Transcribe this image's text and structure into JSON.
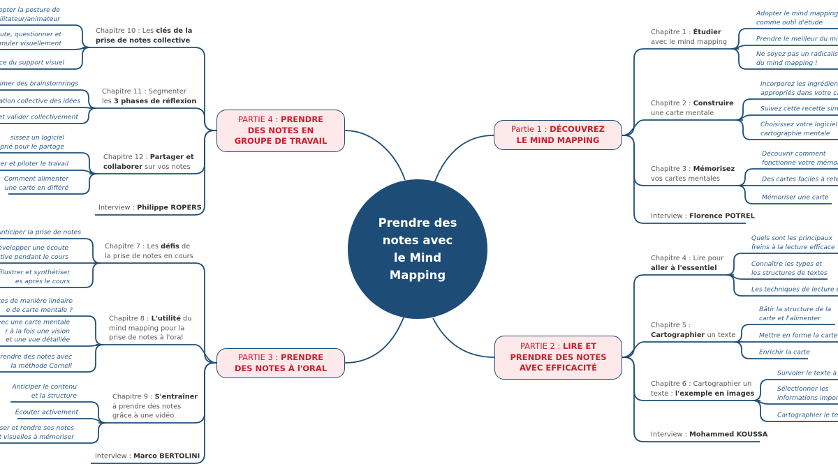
{
  "center": {
    "title_lines": [
      "Prendre des",
      "notes avec",
      "le Mind",
      "Mapping"
    ]
  },
  "colors": {
    "line": "#1f4e79",
    "part_text": "#c8202f",
    "part_bg": "#fde9ea",
    "center_bg": "#1d4c77",
    "sub_text": "#2b5b8c"
  },
  "parts": [
    {
      "label": [
        [
          {
            "t": "Partie 1 : ",
            "b": false
          },
          {
            "t": "DÉCOUVREZ",
            "b": true
          }
        ],
        [
          {
            "t": "LE MIND MAPPING",
            "b": true
          }
        ]
      ],
      "chapters": [
        {
          "lines": [
            [
              {
                "t": "Chapitre 1 : ",
                "b": false
              },
              {
                "t": "Étudier",
                "b": true
              }
            ],
            [
              {
                "t": "avec le mind mapping",
                "b": false
              }
            ]
          ],
          "subs": [
            [
              "Adopter le mind mapping",
              "comme outil d'étude"
            ],
            [
              "Prendre le meilleur du min"
            ],
            [
              "Ne soyez pas un radicaliste",
              "du mind mapping !"
            ]
          ]
        },
        {
          "lines": [
            [
              {
                "t": "Chapitre 2 : ",
                "b": false
              },
              {
                "t": "Construire",
                "b": true
              }
            ],
            [
              {
                "t": "une carte mentale",
                "b": false
              }
            ]
          ],
          "subs": [
            [
              "Incorporez les ingrédients",
              "appropriés dans votre car"
            ],
            [
              "Suivez cette recette simple"
            ],
            [
              "Choisissez votre logiciel de",
              "cartographie mentale"
            ]
          ]
        },
        {
          "lines": [
            [
              {
                "t": "Chapitre 3 : ",
                "b": false
              },
              {
                "t": "Mémorisez",
                "b": true
              }
            ],
            [
              {
                "t": "vos cartes mentales",
                "b": false
              }
            ]
          ],
          "subs": [
            [
              "Découvrir comment",
              "fonctionne votre mémoire"
            ],
            [
              "Des cartes faciles à reteni"
            ],
            [
              "Mémoriser une carte"
            ]
          ]
        },
        {
          "lines": [
            [
              {
                "t": "Interview : ",
                "b": false
              },
              {
                "t": "Florence POTREL",
                "b": true
              }
            ]
          ],
          "subs": []
        }
      ]
    },
    {
      "label": [
        [
          {
            "t": "PARTIE 2 : ",
            "b": false
          },
          {
            "t": "LIRE ET",
            "b": true
          }
        ],
        [
          {
            "t": "PRENDRE DES NOTES",
            "b": true
          }
        ],
        [
          {
            "t": "AVEC EFFICACITÉ",
            "b": true
          }
        ]
      ],
      "chapters": [
        {
          "lines": [
            [
              {
                "t": "Chapitre 4 : Lire pour",
                "b": false
              }
            ],
            [
              {
                "t": "aller à l'essentiel",
                "b": true
              }
            ]
          ],
          "subs": [
            [
              "Quels sont les principaux",
              "freins à la lecture efficace ?"
            ],
            [
              "Connaître les types et",
              "les structures de textes"
            ],
            [
              "Les techniques de lecture effi"
            ]
          ]
        },
        {
          "lines": [
            [
              {
                "t": "Chapitre 5 :",
                "b": false
              }
            ],
            [
              {
                "t": "Cartographier",
                "b": true
              },
              {
                "t": " un texte",
                "b": false
              }
            ]
          ],
          "subs": [
            [
              "Bâtir la structure de la",
              "carte et l'alimenter"
            ],
            [
              "Mettre en forme la carte"
            ],
            [
              "Enrichir la carte"
            ]
          ]
        },
        {
          "lines": [
            [
              {
                "t": "Chapitre 6 : Cartographier un",
                "b": false
              }
            ],
            [
              {
                "t": "texte : ",
                "b": false
              },
              {
                "t": "l'exemple en images",
                "b": true
              }
            ]
          ],
          "subs": [
            [
              "Survoler le texte à c"
            ],
            [
              "Sélectionner les",
              "informations import"
            ],
            [
              "Cartographier le tex"
            ]
          ]
        },
        {
          "lines": [
            [
              {
                "t": "Interview : ",
                "b": false
              },
              {
                "t": "Mohammed KOUSSA",
                "b": true
              }
            ]
          ],
          "subs": []
        }
      ]
    },
    {
      "label": [
        [
          {
            "t": "PARTIE 3 : ",
            "b": false
          },
          {
            "t": "PRENDRE",
            "b": true
          }
        ],
        [
          {
            "t": "DES NOTES À l'ORAL",
            "b": true
          }
        ]
      ],
      "chapters": [
        {
          "lines": [
            [
              {
                "t": "Chapitre 7 : Les ",
                "b": false
              },
              {
                "t": "défis",
                "b": true
              },
              {
                "t": " de",
                "b": false
              }
            ],
            [
              {
                "t": "la prise de notes en cours",
                "b": false
              }
            ]
          ],
          "subs": [
            [
              "Anticiper la prise de notes"
            ],
            [
              "Développer une écoute",
              "active pendant le cours"
            ],
            [
              "r, illustrer et synthétiser",
              "es après le cours"
            ]
          ]
        },
        {
          "lines": [
            [
              {
                "t": "Chapitre 8 : ",
                "b": false
              },
              {
                "t": "L'utilité",
                "b": true
              },
              {
                "t": " du",
                "b": false
              }
            ],
            [
              {
                "t": "mind mapping pour la",
                "b": false
              }
            ],
            [
              {
                "t": "prise de notes à l'oral",
                "b": false
              }
            ]
          ],
          "subs": [
            [
              "otes de manière linéaire",
              "e de carte mentale ?"
            ],
            [
              "avec une carte mentale",
              "r à la fois une vision",
              "et une vue détaillée"
            ],
            [
              "Prendre des notes avec",
              "la méthode Cornell"
            ]
          ]
        },
        {
          "lines": [
            [
              {
                "t": "Chapitre 9 : ",
                "b": false
              },
              {
                "t": "S'entraîner",
                "b": true
              }
            ],
            [
              {
                "t": "à prendre des notes",
                "b": false
              }
            ],
            [
              {
                "t": "grâce à une vidéo",
                "b": false
              }
            ]
          ],
          "subs": [
            [
              "Anticiper le contenu",
              "et la structure"
            ],
            [
              "Écouter activement"
            ],
            [
              "iser et rendre ses notes",
              "et visuelles à mémoriser"
            ]
          ]
        },
        {
          "lines": [
            [
              {
                "t": "Interview : ",
                "b": false
              },
              {
                "t": "Marco BERTOLINI",
                "b": true
              }
            ]
          ],
          "subs": []
        }
      ]
    },
    {
      "label": [
        [
          {
            "t": "PARTIE 4 : ",
            "b": false
          },
          {
            "t": "PRENDRE",
            "b": true
          }
        ],
        [
          {
            "t": "DES NOTES EN",
            "b": true
          }
        ],
        [
          {
            "t": "GROUPE DE TRAVAIL",
            "b": true
          }
        ]
      ],
      "chapters": [
        {
          "lines": [
            [
              {
                "t": "Chapitre 10 : Les ",
                "b": false
              },
              {
                "t": "clés de la",
                "b": true
              }
            ],
            [
              {
                "t": "prise de notes collective",
                "b": true
              }
            ]
          ],
          "subs": [
            [
              "dopter la posture de",
              "cilitateur/animateur"
            ],
            [
              "ute, questionner et",
              "ormuler visuellement"
            ],
            [
              "rce du support visuel"
            ]
          ]
        },
        {
          "lines": [
            [
              {
                "t": "Chapitre 11 : Segmenter",
                "b": false
              }
            ],
            [
              {
                "t": "les ",
                "b": false
              },
              {
                "t": "3 phases de réflexion",
                "b": true
              }
            ]
          ],
          "subs": [
            [
              "Animer des brainstomrings"
            ],
            [
              "uration collective des idées"
            ],
            [
              "ir et valider collectivement"
            ]
          ]
        },
        {
          "lines": [
            [
              {
                "t": "Chapitre 12 : ",
                "b": false
              },
              {
                "t": "Partager et",
                "b": true
              }
            ],
            [
              {
                "t": "collaborer",
                "b": true
              },
              {
                "t": " sur vos notes",
                "b": false
              }
            ]
          ],
          "subs": [
            [
              "sissez un logiciel",
              "oprié pour le partage"
            ],
            [
              "iser et piloter le travail"
            ],
            [
              "Comment alimenter",
              "une carte en différé"
            ]
          ]
        },
        {
          "lines": [
            [
              {
                "t": "Interview : ",
                "b": false
              },
              {
                "t": "Philippe ROPERS",
                "b": true
              }
            ]
          ],
          "subs": []
        }
      ]
    }
  ]
}
